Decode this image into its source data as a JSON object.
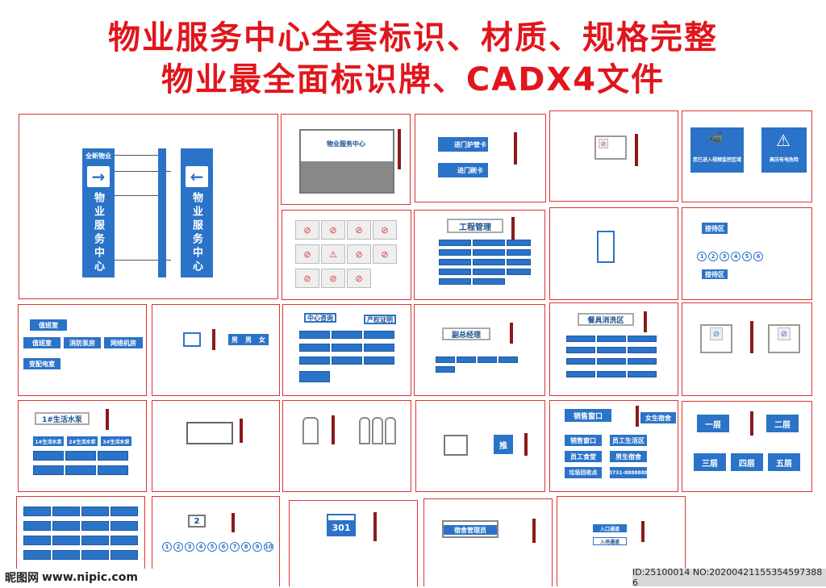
{
  "header": {
    "line1": "物业服务中心全套标识、材质、规格完整",
    "line2": "物业最全面标识牌、CADX4文件"
  },
  "signs": {
    "guide_pillar_text": "物业服务中心",
    "guide_pillar_top": "全新物业",
    "wall_sign": "物业服务中心",
    "entry_guard": "进门护管卡",
    "entry_card": "进门刷卡",
    "monitor": "您已进入视频监控区域",
    "high_voltage": "高压有电危险",
    "engineering": "工程管理",
    "duty_room": "值班室",
    "duty_room2": "值班室",
    "fire_pump": "消防泵房",
    "network": "网络机房",
    "power_room": "变配电室",
    "male": "男",
    "male2": "男",
    "female": "女",
    "center_inquiry": "中心咨询",
    "property_manager": "产权证明",
    "deputy_manager": "副总经理",
    "restaurant": "餐具消洗区",
    "water_room": "1#生活水泵",
    "pump_b2": "2#生活水泵",
    "pump_b3": "3#生活水泵",
    "push": "推",
    "sales": "销售窗口",
    "sales2": "销售窗口",
    "staff_area": "员工生活区",
    "staff_canteen": "员工食堂",
    "male_dorm": "男生宿舍",
    "female_dorm": "女生宿舍",
    "garbage": "垃圾回收点",
    "phone": "0731-8888888",
    "floor1": "一层",
    "floor2": "二层",
    "floor3": "三层",
    "floor4": "四层",
    "floor5": "五层",
    "room": "301",
    "dorm_manager": "宿舍管理员",
    "entry_left": "入口通道",
    "exit_right": "入场通道",
    "circles_a": [
      "1",
      "2",
      "3",
      "4",
      "5",
      "6"
    ],
    "circles_b": [
      "1",
      "2",
      "3",
      "4",
      "5",
      "6",
      "7",
      "8",
      "9",
      "10"
    ],
    "circle_single": "2",
    "reception": "接待区"
  },
  "footer": {
    "brand": "昵图网",
    "url": "www.nipic.com",
    "id_text": "ID:25100014 NO:20200421155354597388​6"
  },
  "colors": {
    "title_red": "#e0161c",
    "sign_blue": "#2b73c8",
    "frame_red": "#dd3333"
  }
}
